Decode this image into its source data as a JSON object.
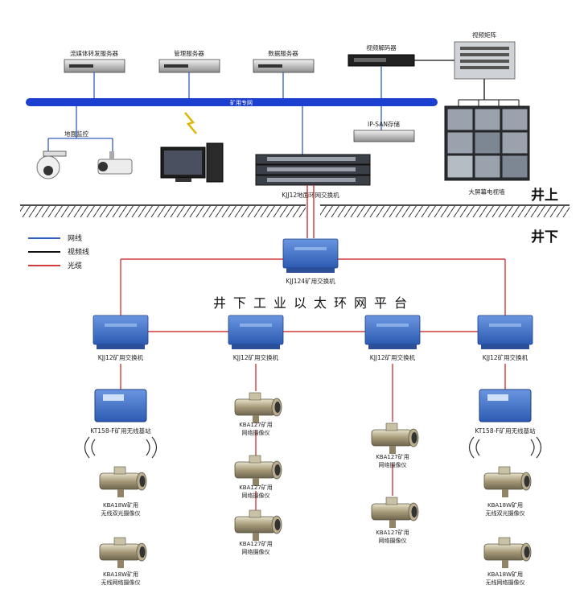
{
  "surface": {
    "servers": [
      {
        "label": "流媒体转发服务器"
      },
      {
        "label": "管理服务器"
      },
      {
        "label": "数据服务器"
      }
    ],
    "video_decoder_label": "视频解码器",
    "video_matrix_label": "视频矩阵",
    "ring_network_label": "矿用专网",
    "ip_san_label": "IP-SAN存储",
    "surface_cameras_label": "地面监控",
    "surface_switch_label": "KJJ12地面环网交换机",
    "video_wall_label": "大屏幕电视墙",
    "above_ground_label": "井上",
    "below_ground_label": "井下"
  },
  "legend": [
    {
      "label": "网线",
      "color": "#2e5fc0"
    },
    {
      "label": "视频线",
      "color": "#111111"
    },
    {
      "label": "光缆",
      "color": "#d43a3a"
    }
  ],
  "platform_title": "井下工业以太环网平台",
  "underground": {
    "core_switch_label": "KJJ124矿用交换机",
    "switches": [
      {
        "label": "KJJ12矿用交换机"
      },
      {
        "label": "KJJ12矿用交换机"
      },
      {
        "label": "KJJ12矿用交换机"
      },
      {
        "label": "KJJ12矿用交换机"
      }
    ],
    "wireless_base_label": "KT158-F矿用无线基站",
    "col1_cameras": [
      {
        "line1": "KBA18W矿用",
        "line2": "无线双光摄像仪"
      },
      {
        "line1": "KBA18W矿用",
        "line2": "无线网络摄像仪"
      }
    ],
    "col2_cameras": [
      {
        "line1": "KBA127矿用",
        "line2": "网络摄像仪"
      },
      {
        "line1": "KBA127矿用",
        "line2": "网络摄像仪"
      },
      {
        "line1": "KBA127矿用",
        "line2": "网络摄像仪"
      }
    ],
    "col3_cameras": [
      {
        "line1": "KBA127矿用",
        "line2": "网络摄像仪"
      },
      {
        "line1": "KBA127矿用",
        "line2": "网络摄像仪"
      }
    ],
    "col4_cameras": [
      {
        "line1": "KBA18W矿用",
        "line2": "无线双光摄像仪"
      },
      {
        "line1": "KBA18W矿用",
        "line2": "无线网络摄像仪"
      }
    ]
  },
  "colors": {
    "network": "#2e5fc0",
    "video": "#111111",
    "fiber": "#d43a3a",
    "switch_blue": "#3a6ec9",
    "bus_blue": "#1c3fd0"
  }
}
